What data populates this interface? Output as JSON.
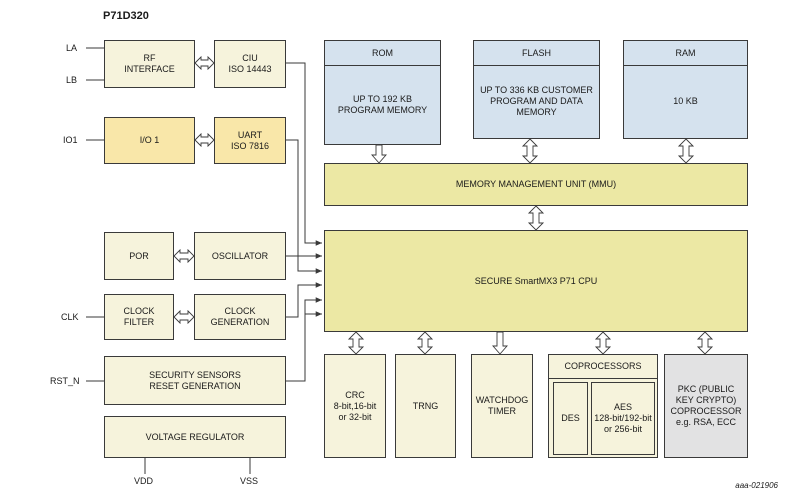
{
  "title": "P71D320",
  "doc_id": "aaa-021906",
  "colors": {
    "cream": "#f6f3dc",
    "yellow": "#f9e7a9",
    "olive": "#ece8a4",
    "blue": "#d5e2ee",
    "grey": "#e2e2e3",
    "line": "#3a3a3a"
  },
  "pins": {
    "la": "LA",
    "lb": "LB",
    "io1": "IO1",
    "clk": "CLK",
    "rst_n": "RST_N",
    "vdd": "VDD",
    "vss": "VSS"
  },
  "blocks": {
    "rf_interface": "RF\nINTERFACE",
    "ciu": "CIU\nISO 14443",
    "io1": "I/O 1",
    "uart": "UART\nISO 7816",
    "por": "POR",
    "oscillator": "OSCILLATOR",
    "clock_filter": "CLOCK\nFILTER",
    "clock_generation": "CLOCK\nGENERATION",
    "security_sensors": "SECURITY SENSORS\nRESET GENERATION",
    "voltage_regulator": "VOLTAGE REGULATOR",
    "rom": {
      "header": "ROM",
      "body": "UP TO 192 KB\nPROGRAM MEMORY"
    },
    "flash": {
      "header": "FLASH",
      "body": "UP TO 336 KB CUSTOMER\nPROGRAM AND DATA\nMEMORY"
    },
    "ram": {
      "header": "RAM",
      "body": "10 KB"
    },
    "mmu": "MEMORY MANAGEMENT UNIT (MMU)",
    "cpu": "SECURE SmartMX3 P71 CPU",
    "crc": "CRC\n8-bit,16-bit\nor 32-bit",
    "trng": "TRNG",
    "watchdog": "WATCHDOG\nTIMER",
    "coprocessors": "COPROCESSORS",
    "des": "DES",
    "aes": "AES\n128-bit/192-bit\nor 256-bit",
    "pkc": "PKC (PUBLIC\nKEY CRYPTO)\nCOPROCESSOR\ne.g. RSA, ECC"
  }
}
